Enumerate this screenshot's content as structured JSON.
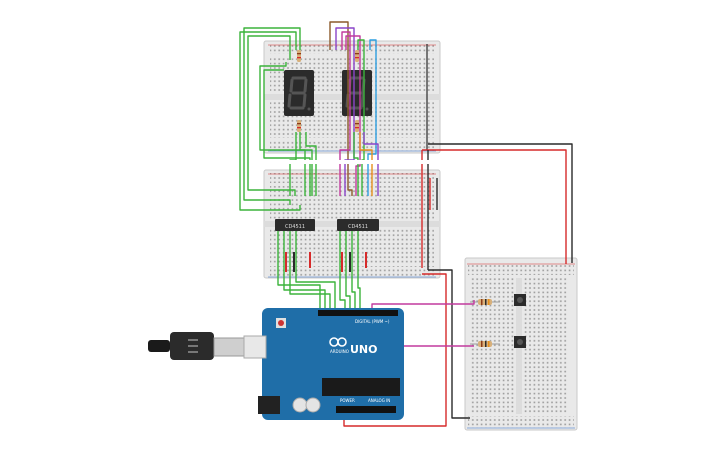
{
  "boards": {
    "top": {
      "name": "top-breadboard"
    },
    "mid": {
      "name": "middle-breadboard"
    },
    "right": {
      "name": "right-breadboard"
    }
  },
  "chips": {
    "left_label": "CD4511",
    "right_label": "CD4511"
  },
  "arduino": {
    "model": "UNO",
    "brand": "ARDUINO",
    "digital_label": "DIGITAL (PWM ~)",
    "power_label": "POWER",
    "analog_label": "ANALOG IN"
  },
  "colors": {
    "breadboard": "#e8e8e8",
    "arduino": "#1f6ea8",
    "wire_green": "#3bb33b",
    "wire_red": "#d62a2a",
    "wire_black": "#2a2a2a",
    "wire_magenta": "#c23a9e",
    "wire_purple": "#8a45c9",
    "wire_blue": "#2f9fe0",
    "wire_orange": "#e7901c",
    "wire_brown": "#8b5a2b",
    "segment_display": "#2b2b2b"
  },
  "icons": {
    "usb": "usb-cable-icon",
    "arduino_logo": "infinity-logo-icon"
  }
}
